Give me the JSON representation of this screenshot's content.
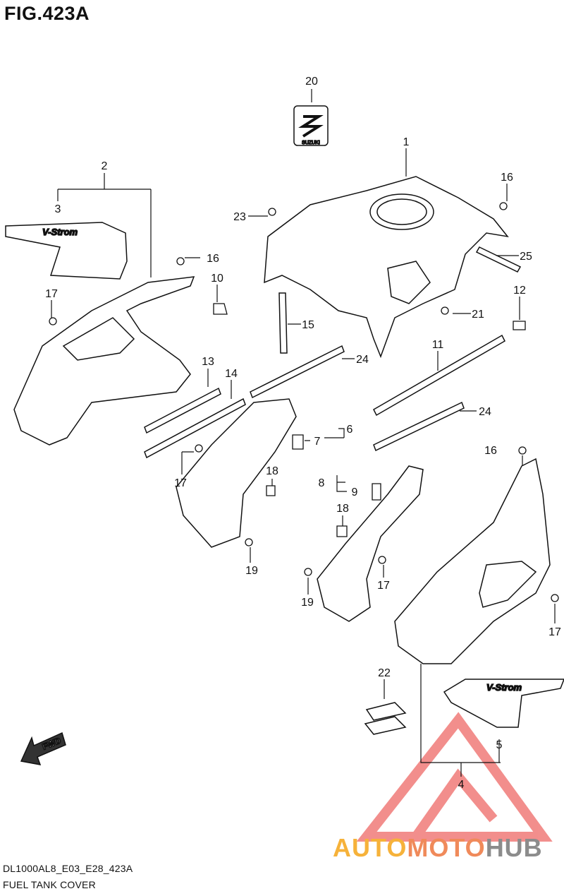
{
  "figure": {
    "title": "FIG.423A"
  },
  "footer": {
    "model_code": "DL1000AL8_E03_E28_423A",
    "caption": "FUEL TANK COVER"
  },
  "badges": {
    "fwd": "FWD",
    "brand_badge": "SUZUKI",
    "decal_text": "V-Strom"
  },
  "watermark": {
    "part1": "AUTO",
    "part2": "MOTO",
    "part3": "HUB",
    "colors": {
      "auto": "#f6b23a",
      "moto": "#f08a5a",
      "hub": "#8c8c8c",
      "triangle": "#e8332f"
    }
  },
  "callouts": [
    "20",
    "1",
    "2",
    "3",
    "16",
    "23",
    "16",
    "25",
    "10",
    "17",
    "12",
    "15",
    "21",
    "24",
    "13",
    "14",
    "11",
    "24",
    "6",
    "7",
    "17",
    "18",
    "8",
    "9",
    "18",
    "16",
    "19",
    "17",
    "19",
    "17",
    "22",
    "5",
    "4"
  ]
}
